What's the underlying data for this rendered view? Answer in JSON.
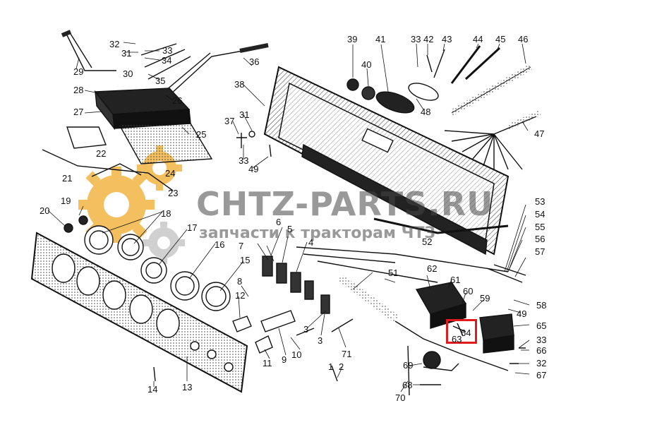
{
  "watermark": {
    "title": "CHTZ-PARTS.RU",
    "subtitle": "запчасти к тракторам ЧТЗ",
    "gear_color": "#f2b544"
  },
  "highlight_color": "#e01b1b",
  "parts": [
    {
      "id": "p1",
      "text": "1"
    },
    {
      "id": "p2",
      "text": "2"
    },
    {
      "id": "p3a",
      "text": "3"
    },
    {
      "id": "p3b",
      "text": "3"
    },
    {
      "id": "p4",
      "text": "4"
    },
    {
      "id": "p5",
      "text": "5"
    },
    {
      "id": "p6",
      "text": "6"
    },
    {
      "id": "p7",
      "text": "7"
    },
    {
      "id": "p8",
      "text": "8"
    },
    {
      "id": "p9",
      "text": "9"
    },
    {
      "id": "p10",
      "text": "10"
    },
    {
      "id": "p11",
      "text": "11"
    },
    {
      "id": "p12",
      "text": "12"
    },
    {
      "id": "p13",
      "text": "13"
    },
    {
      "id": "p14",
      "text": "14"
    },
    {
      "id": "p15",
      "text": "15"
    },
    {
      "id": "p16",
      "text": "16"
    },
    {
      "id": "p17",
      "text": "17"
    },
    {
      "id": "p18",
      "text": "18"
    },
    {
      "id": "p19",
      "text": "19"
    },
    {
      "id": "p20",
      "text": "20"
    },
    {
      "id": "p21",
      "text": "21"
    },
    {
      "id": "p22",
      "text": "22"
    },
    {
      "id": "p23",
      "text": "23"
    },
    {
      "id": "p24",
      "text": "24"
    },
    {
      "id": "p25",
      "text": "25"
    },
    {
      "id": "p26",
      "text": "26"
    },
    {
      "id": "p27",
      "text": "27"
    },
    {
      "id": "p28",
      "text": "28"
    },
    {
      "id": "p29",
      "text": "29"
    },
    {
      "id": "p30",
      "text": "30"
    },
    {
      "id": "p31a",
      "text": "31"
    },
    {
      "id": "p31b",
      "text": "31"
    },
    {
      "id": "p32a",
      "text": "32"
    },
    {
      "id": "p32b",
      "text": "32"
    },
    {
      "id": "p33a",
      "text": "33"
    },
    {
      "id": "p33b",
      "text": "33"
    },
    {
      "id": "p33c",
      "text": "33"
    },
    {
      "id": "p33d",
      "text": "33"
    },
    {
      "id": "p34",
      "text": "34"
    },
    {
      "id": "p35",
      "text": "35"
    },
    {
      "id": "p36",
      "text": "36"
    },
    {
      "id": "p37",
      "text": "37"
    },
    {
      "id": "p38",
      "text": "38"
    },
    {
      "id": "p39",
      "text": "39"
    },
    {
      "id": "p40",
      "text": "40"
    },
    {
      "id": "p41",
      "text": "41"
    },
    {
      "id": "p42",
      "text": "42"
    },
    {
      "id": "p43",
      "text": "43"
    },
    {
      "id": "p44",
      "text": "44"
    },
    {
      "id": "p45",
      "text": "45"
    },
    {
      "id": "p46",
      "text": "46"
    },
    {
      "id": "p47",
      "text": "47"
    },
    {
      "id": "p48",
      "text": "48"
    },
    {
      "id": "p49a",
      "text": "49"
    },
    {
      "id": "p49b",
      "text": "49"
    },
    {
      "id": "p51",
      "text": "51"
    },
    {
      "id": "p52",
      "text": "52"
    },
    {
      "id": "p53",
      "text": "53"
    },
    {
      "id": "p54",
      "text": "54"
    },
    {
      "id": "p55",
      "text": "55"
    },
    {
      "id": "p56",
      "text": "56"
    },
    {
      "id": "p57",
      "text": "57"
    },
    {
      "id": "p58",
      "text": "58"
    },
    {
      "id": "p59",
      "text": "59"
    },
    {
      "id": "p60",
      "text": "60"
    },
    {
      "id": "p61",
      "text": "61"
    },
    {
      "id": "p62",
      "text": "62"
    },
    {
      "id": "p63",
      "text": "63"
    },
    {
      "id": "p64",
      "text": "64"
    },
    {
      "id": "p65",
      "text": "65"
    },
    {
      "id": "p66",
      "text": "66"
    },
    {
      "id": "p67",
      "text": "67"
    },
    {
      "id": "p68",
      "text": "68"
    },
    {
      "id": "p69",
      "text": "69"
    },
    {
      "id": "p70",
      "text": "70"
    },
    {
      "id": "p71",
      "text": "71"
    }
  ]
}
